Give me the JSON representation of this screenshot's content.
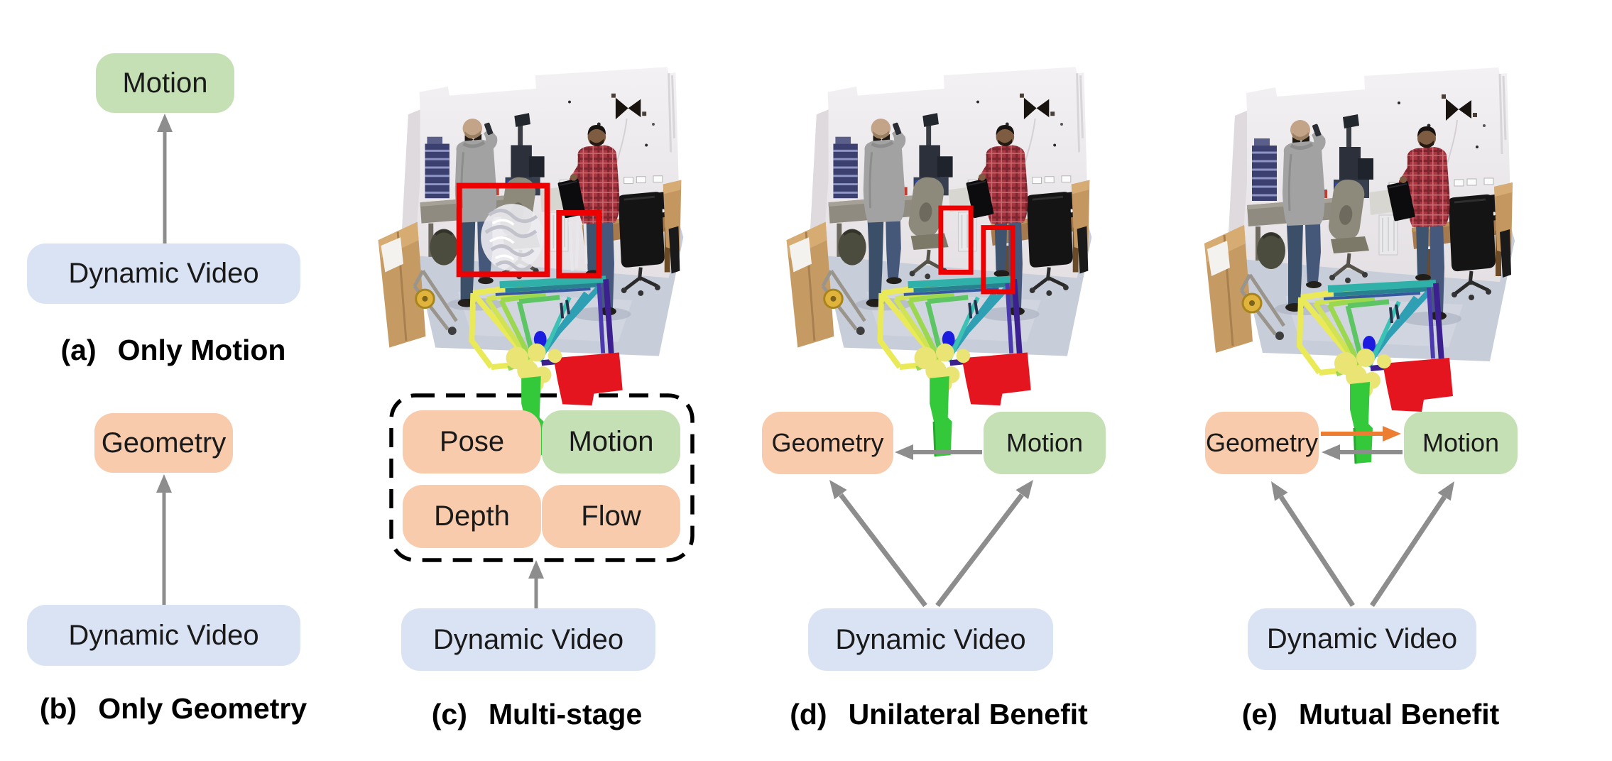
{
  "panels": {
    "a": {
      "label": "(a)",
      "title": "Only Motion",
      "top": "Motion",
      "bottom": "Dynamic Video"
    },
    "b": {
      "label": "(b)",
      "title": "Only Geometry",
      "top": "Geometry",
      "bottom": "Dynamic Video"
    },
    "c": {
      "label": "(c)",
      "title": "Multi-stage",
      "pose": "Pose",
      "motion": "Motion",
      "depth": "Depth",
      "flow": "Flow",
      "bottom": "Dynamic Video"
    },
    "d": {
      "label": "(d)",
      "title": "Unilateral Benefit",
      "left": "Geometry",
      "right": "Motion",
      "bottom": "Dynamic Video"
    },
    "e": {
      "label": "(e)",
      "title": "Mutual Benefit",
      "left": "Geometry",
      "right": "Motion",
      "bottom": "Dynamic Video"
    }
  },
  "colors": {
    "dynamic_video_box": "#dae3f3",
    "motion_box": "#c5e0b4",
    "geometry_box": "#f8cbad",
    "arrow_gray": "#8d8d8d",
    "arrow_orange": "#ed7d31",
    "dashed_border": "#000000",
    "red_bounding_box": "#ee0000",
    "caption_text": "#000000",
    "box_text": "#1a1a1a"
  },
  "photos": {
    "c": {
      "red_boxes": 2
    },
    "d": {
      "red_boxes": 2
    },
    "e": {
      "red_boxes": 0
    },
    "trajectory_palette": [
      "#eaea58",
      "#9bd84f",
      "#2fb0a8",
      "#3c2090",
      "#4a3aae",
      "#e51520",
      "#33c93a",
      "#1c1ce0",
      "#e9e474"
    ]
  }
}
